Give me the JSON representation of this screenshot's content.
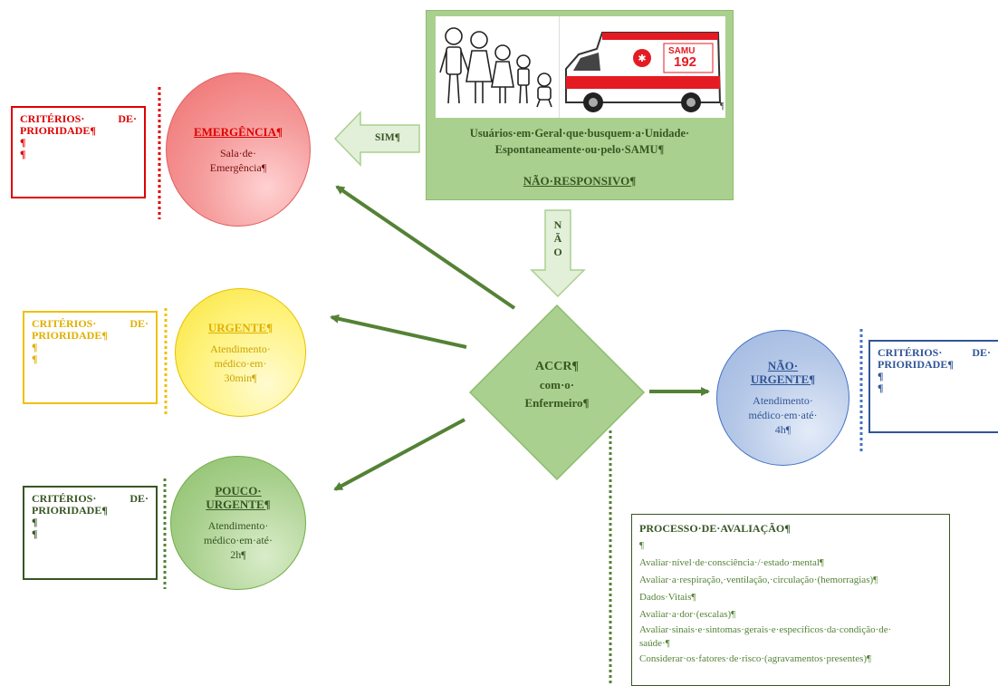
{
  "colors": {
    "red": "#e00000",
    "red_fill": "#f59a9a",
    "yellow": "#f0c000",
    "yellow_fill": "#fff27a",
    "green_dark": "#375623",
    "green_text": "#548235",
    "green_fill": "#a9d08e",
    "blue": "#2f5597",
    "blue_fill": "#b4c7e7"
  },
  "top_box": {
    "line1": "Usuários·em·Geral·que·busquem·a·Unidade·",
    "line2": "Espontaneamente·ou·pelo·SAMU¶",
    "non_responsive": "NÃO·RESPONSIVO¶",
    "ambulance_label": "SAMU",
    "ambulance_number": "192",
    "corner_mark": "¶"
  },
  "arrows": {
    "sim": "SIM¶",
    "nao_letters": [
      "N",
      "Ã",
      "O"
    ]
  },
  "diamond": {
    "line1": "ACCR¶",
    "line2": "com·o·",
    "line3": "Enfermeiro¶"
  },
  "circles": {
    "emergencia": {
      "title": "EMERGÊNCIA¶",
      "line1": "Sala·de·",
      "line2": "Emergência¶"
    },
    "urgente": {
      "title": "URGENTE¶",
      "line1": "Atendimento·",
      "line2": "médico·em·",
      "line3": "30min¶"
    },
    "pouco_urgente": {
      "title1": "POUCO·",
      "title2": "URGENTE¶",
      "line1": "Atendimento·",
      "line2": "médico·em·até·",
      "line3": "2h¶"
    },
    "nao_urgente": {
      "title1": "NÃO·",
      "title2": "URGENTE¶",
      "line1": "Atendimento·",
      "line2": "médico·em·até·",
      "line3": "4h¶"
    }
  },
  "criteria": {
    "word1": "CRITÉRIOS·",
    "word2": "DE·",
    "word3": "PRIORIDADE¶",
    "para": "¶"
  },
  "process": {
    "title": "PROCESSO·DE·AVALIAÇÃO¶",
    "blank": "¶",
    "items": [
      "Avaliar·nível·de·consciência·/·estado·mental¶",
      "Avaliar·a·respiração,·ventilação,·circulação·(hemorragias)¶",
      "Dados·Vitais¶",
      "Avaliar·a·dor·(escalas)¶",
      "Avaliar·sinais·e·sintomas·gerais·e·específicos·da·condição·de·",
      "saúde·¶",
      "Considerar·os·fatores·de·risco·(agravamentos·presentes)¶"
    ]
  }
}
